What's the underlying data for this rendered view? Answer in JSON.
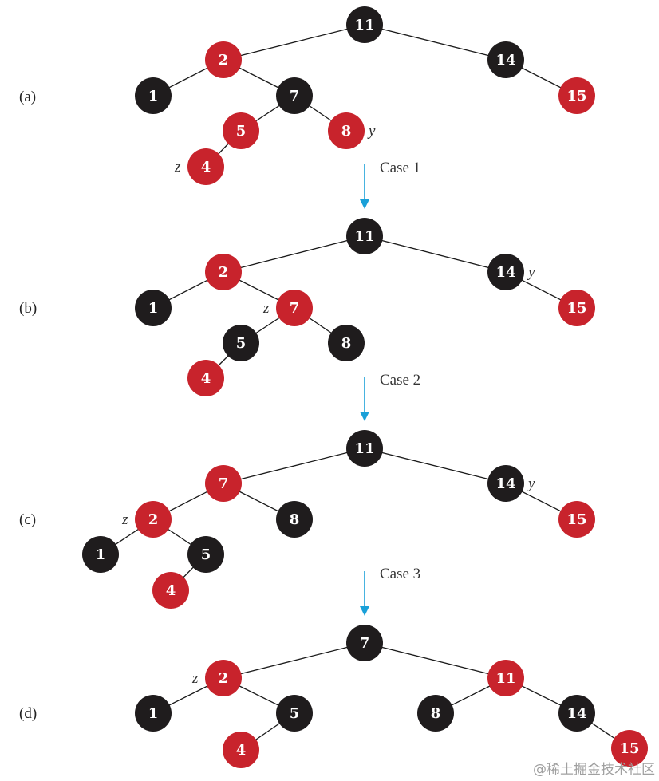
{
  "colors": {
    "red": "#c8232c",
    "black": "#1f1c1d",
    "arrow": "#1aa0d8"
  },
  "panels": [
    {
      "label": "(a)",
      "nodes": [
        {
          "id": "a11",
          "key": "11",
          "color": "black"
        },
        {
          "id": "a2",
          "key": "2",
          "color": "red"
        },
        {
          "id": "a14",
          "key": "14",
          "color": "black"
        },
        {
          "id": "a1",
          "key": "1",
          "color": "black"
        },
        {
          "id": "a7",
          "key": "7",
          "color": "black"
        },
        {
          "id": "a15",
          "key": "15",
          "color": "red"
        },
        {
          "id": "a5",
          "key": "5",
          "color": "red"
        },
        {
          "id": "a8",
          "key": "8",
          "color": "red",
          "pointer": "y"
        },
        {
          "id": "a4",
          "key": "4",
          "color": "red",
          "pointer": "z"
        }
      ],
      "edges": [
        [
          "a11",
          "a2"
        ],
        [
          "a11",
          "a14"
        ],
        [
          "a2",
          "a1"
        ],
        [
          "a2",
          "a7"
        ],
        [
          "a14",
          "a15"
        ],
        [
          "a7",
          "a5"
        ],
        [
          "a7",
          "a8"
        ],
        [
          "a5",
          "a4"
        ]
      ]
    },
    {
      "label": "(b)",
      "nodes": [
        {
          "id": "b11",
          "key": "11",
          "color": "black"
        },
        {
          "id": "b2",
          "key": "2",
          "color": "red"
        },
        {
          "id": "b14",
          "key": "14",
          "color": "black",
          "pointer": "y"
        },
        {
          "id": "b1",
          "key": "1",
          "color": "black"
        },
        {
          "id": "b7",
          "key": "7",
          "color": "red",
          "pointer": "z"
        },
        {
          "id": "b15",
          "key": "15",
          "color": "red"
        },
        {
          "id": "b5",
          "key": "5",
          "color": "black"
        },
        {
          "id": "b8",
          "key": "8",
          "color": "black"
        },
        {
          "id": "b4",
          "key": "4",
          "color": "red"
        }
      ],
      "edges": [
        [
          "b11",
          "b2"
        ],
        [
          "b11",
          "b14"
        ],
        [
          "b2",
          "b1"
        ],
        [
          "b2",
          "b7"
        ],
        [
          "b14",
          "b15"
        ],
        [
          "b7",
          "b5"
        ],
        [
          "b7",
          "b8"
        ],
        [
          "b5",
          "b4"
        ]
      ]
    },
    {
      "label": "(c)",
      "nodes": [
        {
          "id": "c11",
          "key": "11",
          "color": "black"
        },
        {
          "id": "c7",
          "key": "7",
          "color": "red"
        },
        {
          "id": "c14",
          "key": "14",
          "color": "black",
          "pointer": "y"
        },
        {
          "id": "c2",
          "key": "2",
          "color": "red",
          "pointer": "z"
        },
        {
          "id": "c8",
          "key": "8",
          "color": "black"
        },
        {
          "id": "c15",
          "key": "15",
          "color": "red"
        },
        {
          "id": "c1",
          "key": "1",
          "color": "black"
        },
        {
          "id": "c5",
          "key": "5",
          "color": "black"
        },
        {
          "id": "c4",
          "key": "4",
          "color": "red"
        }
      ],
      "edges": [
        [
          "c11",
          "c7"
        ],
        [
          "c11",
          "c14"
        ],
        [
          "c7",
          "c2"
        ],
        [
          "c7",
          "c8"
        ],
        [
          "c14",
          "c15"
        ],
        [
          "c2",
          "c1"
        ],
        [
          "c2",
          "c5"
        ],
        [
          "c5",
          "c4"
        ]
      ]
    },
    {
      "label": "(d)",
      "nodes": [
        {
          "id": "d7",
          "key": "7",
          "color": "black"
        },
        {
          "id": "d2",
          "key": "2",
          "color": "red",
          "pointer": "z"
        },
        {
          "id": "d11",
          "key": "11",
          "color": "red"
        },
        {
          "id": "d1",
          "key": "1",
          "color": "black"
        },
        {
          "id": "d5",
          "key": "5",
          "color": "black"
        },
        {
          "id": "d8",
          "key": "8",
          "color": "black"
        },
        {
          "id": "d14",
          "key": "14",
          "color": "black"
        },
        {
          "id": "d4",
          "key": "4",
          "color": "red"
        },
        {
          "id": "d15",
          "key": "15",
          "color": "red"
        }
      ],
      "edges": [
        [
          "d7",
          "d2"
        ],
        [
          "d7",
          "d11"
        ],
        [
          "d2",
          "d1"
        ],
        [
          "d2",
          "d5"
        ],
        [
          "d11",
          "d8"
        ],
        [
          "d11",
          "d14"
        ],
        [
          "d5",
          "d4"
        ],
        [
          "d14",
          "d15"
        ]
      ]
    }
  ],
  "transitions": [
    {
      "label": "Case 1"
    },
    {
      "label": "Case 2"
    },
    {
      "label": "Case 3"
    }
  ],
  "watermark": "@稀土掘金技术社区"
}
